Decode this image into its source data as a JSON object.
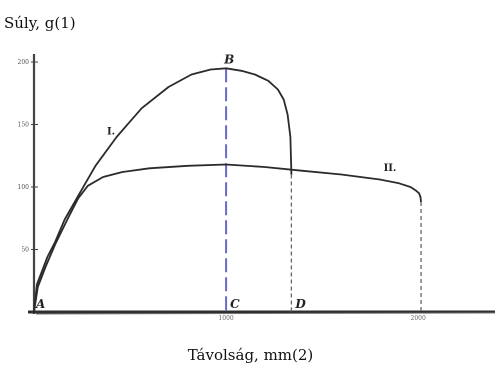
{
  "chart_data": {
    "type": "line",
    "ylabel": "Súly, g(1)",
    "xlabel": "Távolság, mm(2)",
    "xlim": [
      0,
      2400
    ],
    "ylim": [
      0,
      200
    ],
    "x_ticks": [
      {
        "value": 1000,
        "label": "1000"
      },
      {
        "value": 2000,
        "label": "2000"
      }
    ],
    "y_ticks": [
      {
        "value": 50,
        "label": "50"
      },
      {
        "value": 100,
        "label": "100"
      },
      {
        "value": 150,
        "label": "150"
      },
      {
        "value": 200,
        "label": "200"
      }
    ],
    "series": [
      {
        "name": "I.",
        "color": "#2b2b2b",
        "x": [
          0,
          15,
          40,
          70,
          110,
          160,
          230,
          320,
          430,
          560,
          700,
          820,
          920,
          1000,
          1080,
          1150,
          1220,
          1270,
          1300,
          1320,
          1335,
          1340
        ],
        "y": [
          0,
          22,
          32,
          44,
          56,
          74,
          93,
          117,
          140,
          163,
          180,
          190,
          194,
          195,
          193,
          190,
          185,
          178,
          170,
          158,
          140,
          110
        ]
      },
      {
        "name": "II.",
        "color": "#2b2b2b",
        "x": [
          0,
          20,
          60,
          110,
          180,
          230,
          280,
          360,
          460,
          600,
          800,
          1000,
          1200,
          1400,
          1600,
          1800,
          1900,
          1960,
          1990,
          2005,
          2012,
          2015
        ],
        "y": [
          0,
          20,
          36,
          54,
          76,
          91,
          101,
          108,
          112,
          115,
          117,
          118,
          116,
          113,
          110,
          106,
          103,
          100,
          97,
          95,
          92,
          88
        ]
      }
    ],
    "dashed_drops": [
      {
        "from": [
          1340,
          110
        ],
        "to": [
          1340,
          0
        ]
      },
      {
        "from": [
          2015,
          88
        ],
        "to": [
          2015,
          0
        ]
      }
    ],
    "reference_line": {
      "x": 1000,
      "y_top": 195,
      "color": "#6a6ac8"
    },
    "points": [
      {
        "label": "A",
        "x": 0,
        "y": 0
      },
      {
        "label": "B",
        "x": 1000,
        "y": 195
      },
      {
        "label": "C",
        "x": 1000,
        "y": 0
      },
      {
        "label": "D",
        "x": 1340,
        "y": 0
      }
    ],
    "series_labels": [
      {
        "text": "I.",
        "x": 380,
        "y": 142
      },
      {
        "text": "II.",
        "x": 1820,
        "y": 113
      }
    ],
    "grid": false
  }
}
